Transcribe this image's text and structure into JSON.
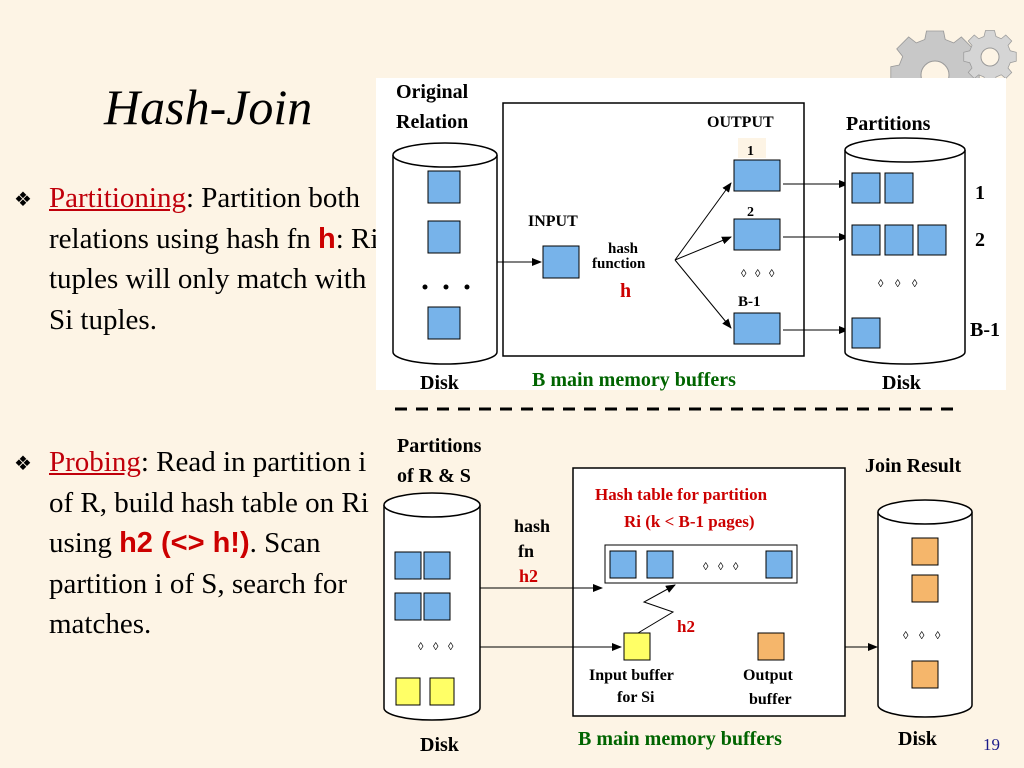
{
  "title": "Hash-Join",
  "page_number": "19",
  "bullets": [
    {
      "term": "Partitioning",
      "text_a": ": Partition both relations using hash fn ",
      "highlight": "h",
      "text_b": ":  Ri tuples will only match with Si tuples."
    },
    {
      "term": "Probing",
      "text_a": ": Read in partition i of R, build hash table on Ri using ",
      "highlight": "h2 (<> h!)",
      "text_b": ". Scan partition i of S, search for matches."
    }
  ],
  "top_diagram": {
    "original_relation_1": "Original",
    "original_relation_2": "Relation",
    "output_label": "OUTPUT",
    "input_label": "INPUT",
    "hash_1": "hash",
    "hash_2": "function",
    "hash_fn": "h",
    "buf_1": "1",
    "buf_2": "2",
    "buf_b1": "B-1",
    "partitions_label": "Partitions",
    "part_1": "1",
    "part_2": "2",
    "part_b1": "B-1",
    "disk_left": "Disk",
    "disk_right": "Disk",
    "memory_label": "B main memory buffers",
    "ellipsis": "• • •"
  },
  "bottom_diagram": {
    "partitions_1": "Partitions",
    "partitions_2": "of R & S",
    "hash_1": "hash",
    "hash_2": "fn",
    "hash_fn": "h2",
    "hashtable_1": "Hash table for partition",
    "hashtable_2": "Ri (k < B-1 pages)",
    "h2_label": "h2",
    "input_buf_1": "Input buffer",
    "input_buf_2": "for Si",
    "output_buf_1": "Output",
    "output_buf_2": "buffer",
    "join_result": "Join Result",
    "disk_left": "Disk",
    "disk_right": "Disk",
    "memory_label": "B main memory buffers"
  },
  "colors": {
    "background": "#fdf4e5",
    "page_block": "#77b3ea",
    "hash_block": "#f5b66b",
    "input_block": "#ffff66",
    "term": "#c0000b",
    "memory_label": "#006400",
    "hashtable_label": "#cc0000"
  }
}
